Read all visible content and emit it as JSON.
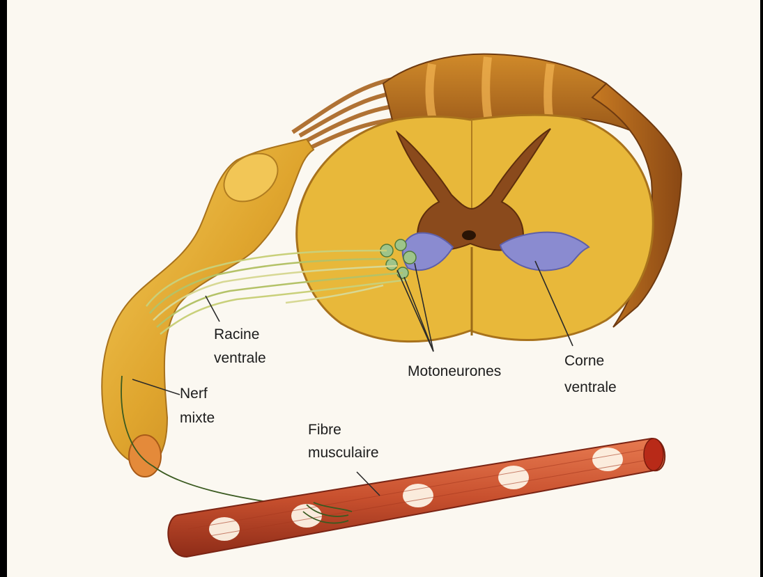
{
  "labels": {
    "racine_line1": "Racine",
    "racine_line2": "ventrale",
    "nerf_line1": "Nerf",
    "nerf_line2": "mixte",
    "fibre_line1": "Fibre",
    "fibre_line2": "musculaire",
    "motoneurones": "Motoneurones",
    "corne_line1": "Corne",
    "corne_line2": "ventrale"
  },
  "colors": {
    "background": "#fbf8f1",
    "white_matter": "#e8b83a",
    "gray_matter": "#8a4a1c",
    "ventral_horn": "#8a8bd0",
    "nerve": "#d69a28",
    "muscle_fiber": "#c8502e"
  }
}
